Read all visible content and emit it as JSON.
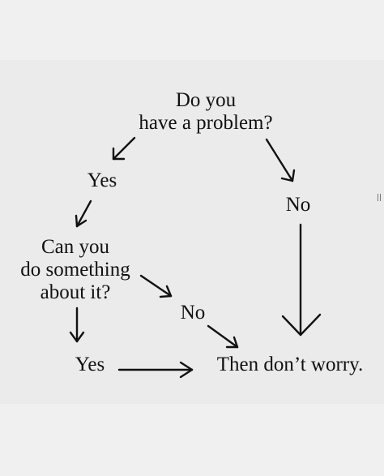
{
  "nodes": {
    "question_1": [
      "Do you",
      "have a problem?"
    ],
    "yes_1": "Yes",
    "no_1": "No",
    "question_2": [
      "Can you",
      "do something",
      "about it?"
    ],
    "no_2": "No",
    "yes_2": "Yes",
    "result": "Then don’t worry."
  },
  "edges": [
    {
      "from": "question_1",
      "to": "yes_1"
    },
    {
      "from": "question_1",
      "to": "no_1"
    },
    {
      "from": "yes_1",
      "to": "question_2"
    },
    {
      "from": "question_2",
      "to": "no_2"
    },
    {
      "from": "question_2",
      "to": "yes_2"
    },
    {
      "from": "no_2",
      "to": "result"
    },
    {
      "from": "yes_2",
      "to": "result"
    },
    {
      "from": "no_1",
      "to": "result"
    }
  ]
}
